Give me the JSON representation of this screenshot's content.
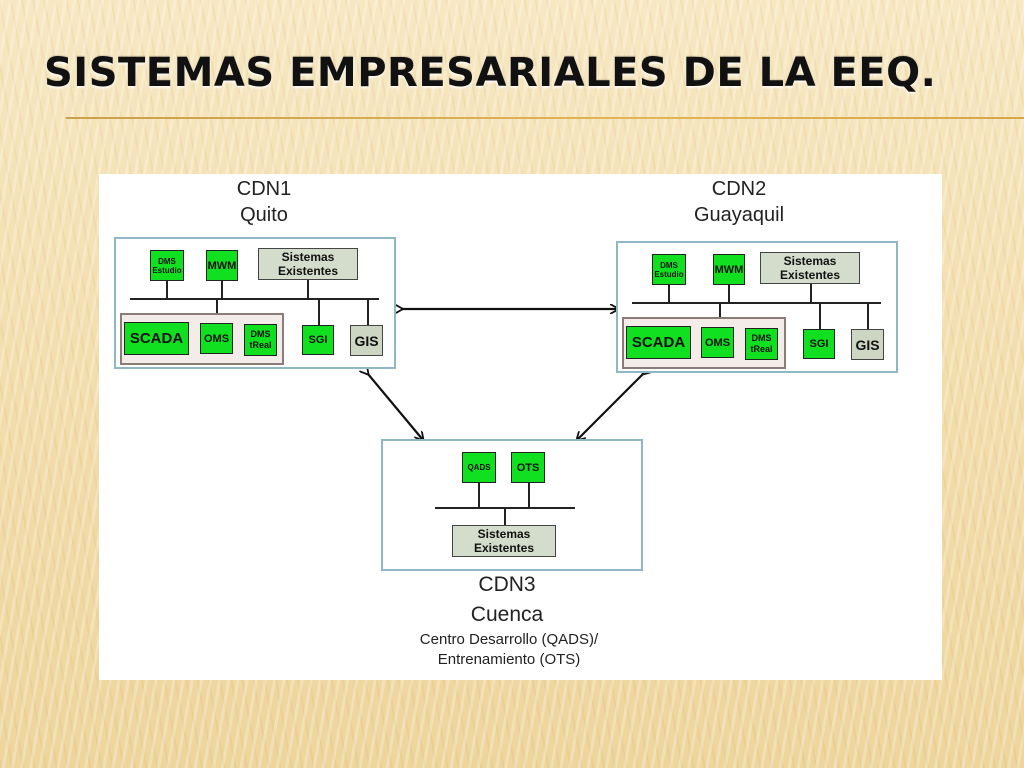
{
  "slide": {
    "title": "SISTEMAS EMPRESARIALES DE LA EEQ."
  },
  "cdn1": {
    "name": "CDN1",
    "city": "Quito",
    "dms_estudio": [
      "DMS",
      "Estudio"
    ],
    "mwm": "MWM",
    "sistemas_existentes": [
      "Sistemas",
      "Existentes"
    ],
    "scada": "SCADA",
    "oms": "OMS",
    "dms_treal": [
      "DMS",
      "tReal"
    ],
    "sgi": "SGI",
    "gis": "GIS"
  },
  "cdn2": {
    "name": "CDN2",
    "city": "Guayaquil",
    "dms_estudio": [
      "DMS",
      "Estudio"
    ],
    "mwm": "MWM",
    "sistemas_existentes": [
      "Sistemas",
      "Existentes"
    ],
    "scada": "SCADA",
    "oms": "OMS",
    "dms_treal": [
      "DMS",
      "tReal"
    ],
    "sgi": "SGI",
    "gis": "GIS"
  },
  "cdn3": {
    "name": "CDN3",
    "city": "Cuenca",
    "qads": "QADS",
    "ots": "OTS",
    "sistemas_existentes": [
      "Sistemas",
      "Existentes"
    ],
    "caption": [
      "Centro Desarrollo (QADS)/",
      "Entrenamiento (OTS)"
    ]
  },
  "colors": {
    "module_green": "#10e020",
    "frame_blue": "#8fb8c4",
    "legacy_gray": "#d4dccb"
  }
}
